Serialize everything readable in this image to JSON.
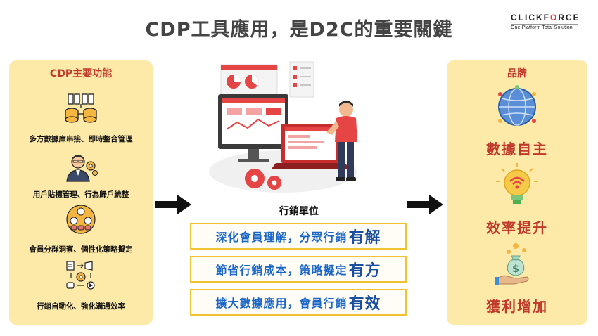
{
  "title": "CDP工具應用，是D2C的重要關鍵",
  "logo": {
    "brand_pre": "CLICKF",
    "brand_o": "O",
    "brand_post": "RCE",
    "tagline": "One Platform Total Solution"
  },
  "left_panel": {
    "title": "CDP主要功能",
    "features": [
      {
        "label": "多方數據庫串接、即時整合管理",
        "icon": "database-sync-icon"
      },
      {
        "label": "用戶貼標管理、行為歸戶統整",
        "icon": "user-gear-icon"
      },
      {
        "label": "會員分群洞察、個性化策略擬定",
        "icon": "member-segment-icon"
      },
      {
        "label": "行銷自動化、強化溝通效率",
        "icon": "automation-flow-icon"
      }
    ]
  },
  "center": {
    "title": "行銷單位",
    "values": [
      {
        "text": "深化會員理解，分眾行銷",
        "highlight": "有解"
      },
      {
        "text": "節省行銷成本，策略擬定",
        "highlight": "有方"
      },
      {
        "text": "擴大數據應用，會員行銷",
        "highlight": "有效"
      }
    ]
  },
  "right_panel": {
    "title": "品牌",
    "benefits": [
      {
        "label": "數據自主",
        "icon": "globe-network-icon"
      },
      {
        "label": "效率提升",
        "icon": "lightbulb-wifi-icon"
      },
      {
        "label": "獲利增加",
        "icon": "money-bag-hand-icon"
      }
    ]
  },
  "colors": {
    "panel": "#fde9a8",
    "accent_red": "#c0392b",
    "value_blue": "#1a66c8",
    "box_border": "#f2c230"
  }
}
